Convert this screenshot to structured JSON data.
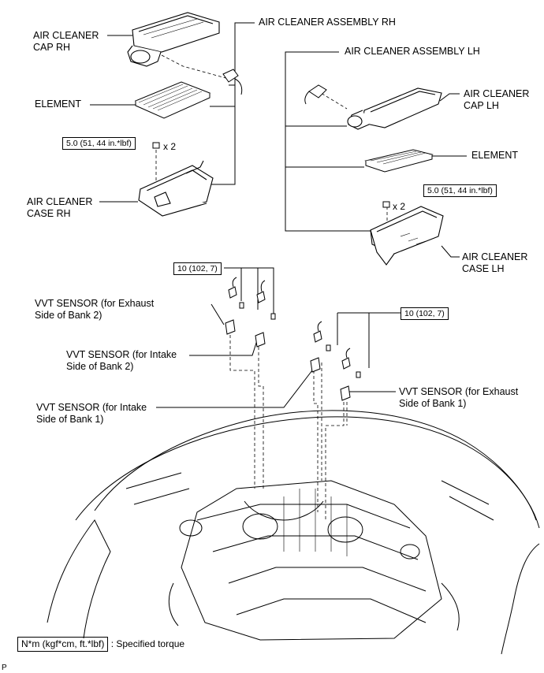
{
  "labels": {
    "assembly_rh": "AIR CLEANER ASSEMBLY RH",
    "cap_rh": [
      "AIR CLEANER",
      "CAP RH"
    ],
    "element_rh": "ELEMENT",
    "torque_rh": "5.0 (51, 44 in.*lbf)",
    "x2_rh": "x 2",
    "case_rh": [
      "AIR CLEANER",
      "CASE RH"
    ],
    "assembly_lh": "AIR CLEANER ASSEMBLY LH",
    "cap_lh": [
      "AIR CLEANER",
      "CAP LH"
    ],
    "element_lh": "ELEMENT",
    "torque_lh": "5.0 (51, 44 in.*lbf)",
    "x2_lh": "x 2",
    "case_lh": [
      "AIR CLEANER",
      "CASE LH"
    ],
    "torque_vvt_left": "10 (102, 7)",
    "torque_vvt_right": "10 (102, 7)",
    "vvt_exhaust_bank2": [
      "VVT SENSOR (for Exhaust",
      "Side of Bank 2)"
    ],
    "vvt_intake_bank2": [
      "VVT SENSOR (for Intake",
      "Side of Bank 2)"
    ],
    "vvt_intake_bank1": [
      "VVT SENSOR (for Intake",
      "Side of Bank 1)"
    ],
    "vvt_exhaust_bank1": [
      "VVT SENSOR (for Exhaust",
      "Side of Bank 1)"
    ]
  },
  "legend": {
    "unit": "N*m (kgf*cm, ft.*lbf)",
    "desc": ": Specified torque"
  },
  "corner_mark": "P"
}
